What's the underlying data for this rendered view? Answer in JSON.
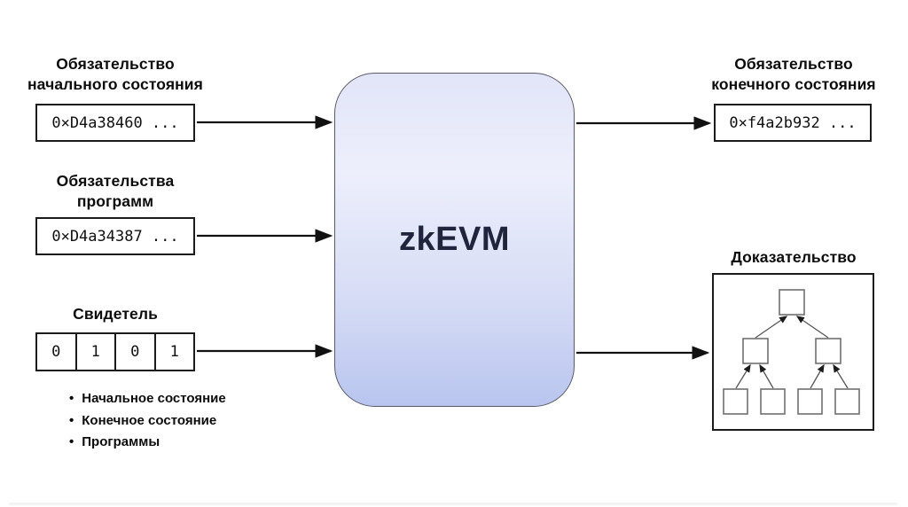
{
  "diagram": {
    "processor": {
      "label": "zkEVM"
    },
    "inputs": [
      {
        "label": [
          "Обязательство",
          "начального состояния"
        ],
        "value": "0×D4a38460 ..."
      },
      {
        "label": [
          "Обязательства",
          "программ"
        ],
        "value": "0×D4a34387 ..."
      }
    ],
    "witness": {
      "label": "Свидетель",
      "cells": [
        "0",
        "1",
        "0",
        "1"
      ],
      "bullets": [
        "Начальное состояние",
        "Конечное состояние",
        "Программы"
      ]
    },
    "outputs": {
      "final_state": {
        "label": [
          "Обязательство",
          "конечного состояния"
        ],
        "value": "0×f4a2b932 ..."
      },
      "proof": {
        "label": "Доказательство",
        "tree": {
          "type": "merkle-tree",
          "root_nodes": 1,
          "mid_nodes": 2,
          "leaf_nodes": 4
        }
      }
    },
    "colors": {
      "processor_gradient_top": "#e2e5f8",
      "processor_gradient_bottom": "#b9c5ef",
      "processor_text": "#20243c",
      "box_border": "#1b1b1b",
      "arrow": "#111111"
    }
  }
}
